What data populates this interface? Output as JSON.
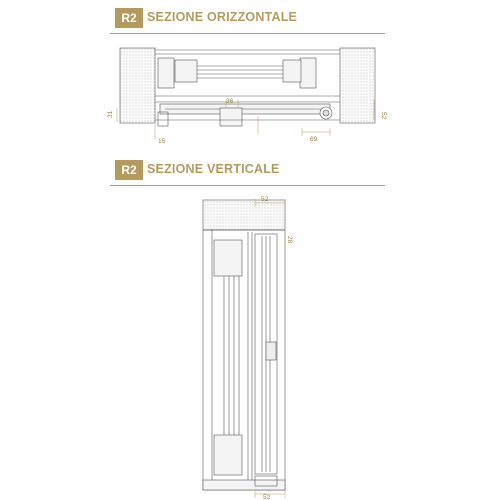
{
  "sections": [
    {
      "badge": "R2",
      "title": "SEZIONE ORIZZONTALE"
    },
    {
      "badge": "R2",
      "title": "SEZIONE VERTICALE"
    }
  ],
  "dimensions": {
    "horizontal": {
      "d36": "36",
      "d69": "69",
      "d52": "52",
      "d15": "15",
      "d31": "31"
    },
    "vertical": {
      "d52_top": "52",
      "d28": "28",
      "d52_bottom": "52"
    }
  },
  "colors": {
    "accent": "#b59a5e",
    "line": "#555555",
    "hatch": "#c9c9c9"
  }
}
